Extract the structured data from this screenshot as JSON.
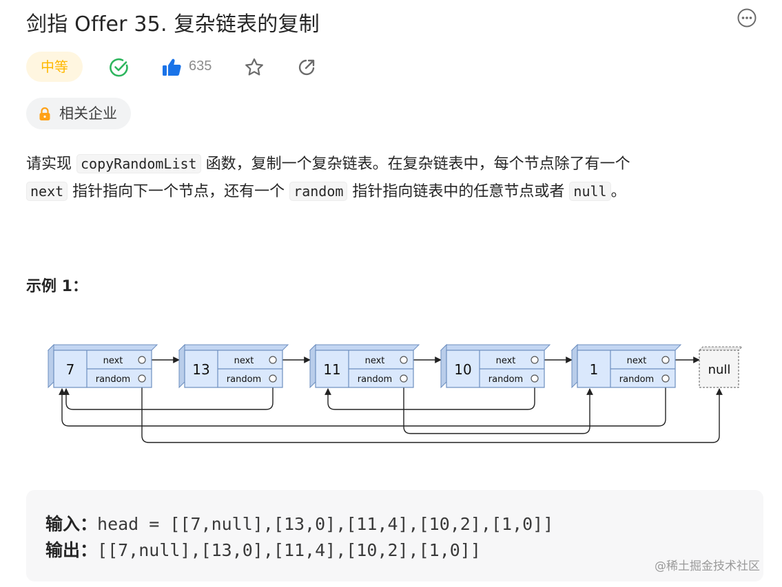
{
  "problem": {
    "title": "剑指 Offer 35. 复杂链表的复制",
    "difficulty": "中等",
    "likes": "635",
    "company_tag": "相关企业"
  },
  "description": {
    "seg1": "请实现 ",
    "code1": "copyRandomList",
    "seg2": " 函数，复制一个复杂链表。在复杂链表中，每个节点除了有一个",
    "code2": "next",
    "seg3": " 指针指向下一个节点，还有一个 ",
    "code3": "random",
    "seg4": " 指针指向链表中的任意节点或者 ",
    "code4": "null",
    "seg5": "。"
  },
  "example": {
    "title": "示例 1：",
    "input_label": "输入：",
    "input_value": "head = [[7,null],[13,0],[11,4],[10,2],[1,0]]",
    "output_label": "输出：",
    "output_value": "[[7,null],[13,0],[11,4],[10,2],[1,0]]"
  },
  "diagram": {
    "nodes": [
      "7",
      "13",
      "11",
      "10",
      "1"
    ],
    "next_label": "next",
    "random_label": "random",
    "null_label": "null",
    "random_targets": [
      "null",
      "0",
      "4",
      "2",
      "0"
    ]
  },
  "watermark": "@稀土掘金技术社区",
  "icons": {
    "more": "more-horizontal-icon",
    "solved": "check-circle-icon",
    "like": "thumbs-up-icon",
    "favorite": "star-icon",
    "share": "share-icon",
    "lock": "lock-icon"
  },
  "colors": {
    "difficulty_text": "#ffb800",
    "difficulty_bg": "#fff6e0",
    "solved": "#2db55d",
    "like": "#1a73e8",
    "node_fill": "#dae8fc",
    "node_stroke": "#6c8ebf"
  }
}
